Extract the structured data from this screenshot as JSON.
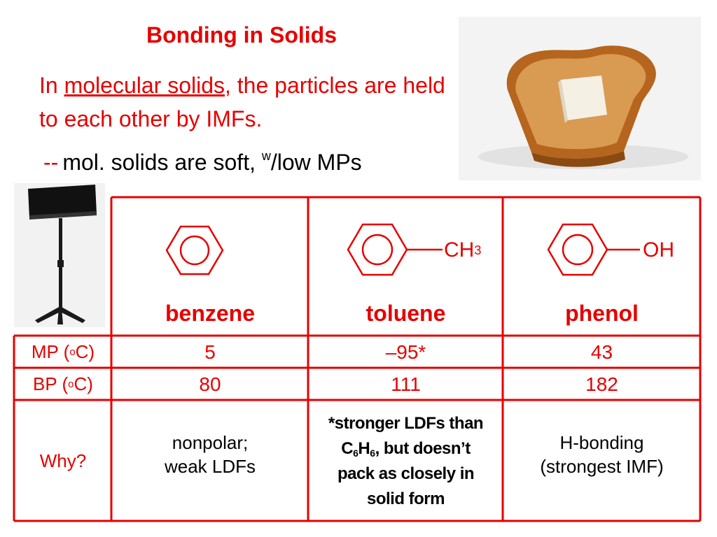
{
  "title": "Bonding in Solids",
  "intro": {
    "prefix": "In ",
    "term": "molecular solids",
    "suffix": ", the particles are held to each other by IMFs."
  },
  "bullet": {
    "dash": "--",
    "text_a": "mol. solids are soft, ",
    "sup": "w",
    "text_b": "/low MPs"
  },
  "images": {
    "toast": "toast-with-butter",
    "stand": "music-stand"
  },
  "compounds": [
    {
      "name": "benzene",
      "substituent": ""
    },
    {
      "name": "toluene",
      "substituent": "CH",
      "substituent_sub": "3"
    },
    {
      "name": "phenol",
      "substituent": "OH"
    }
  ],
  "rows": {
    "mp": {
      "label": "MP (",
      "label_sup": "o",
      "label_end": "C)",
      "values": [
        "5",
        "–95*",
        "43"
      ]
    },
    "bp": {
      "label": "BP (",
      "label_sup": "o",
      "label_end": "C)",
      "values": [
        "80",
        "111",
        "182"
      ]
    },
    "why": {
      "label": "Why?",
      "benzene": [
        "nonpolar;",
        "weak LDFs"
      ],
      "toluene": {
        "line1": "*stronger LDFs than",
        "c": "C",
        "c_sub": "6",
        "h": "H",
        "h_sub": "6",
        "rest": ", but doesn’t",
        "line3": "pack as closely in",
        "line4": "solid form"
      },
      "phenol": [
        "H-bonding",
        "(strongest IMF)"
      ]
    }
  },
  "colors": {
    "accent": "#e60000",
    "text": "#000000"
  }
}
